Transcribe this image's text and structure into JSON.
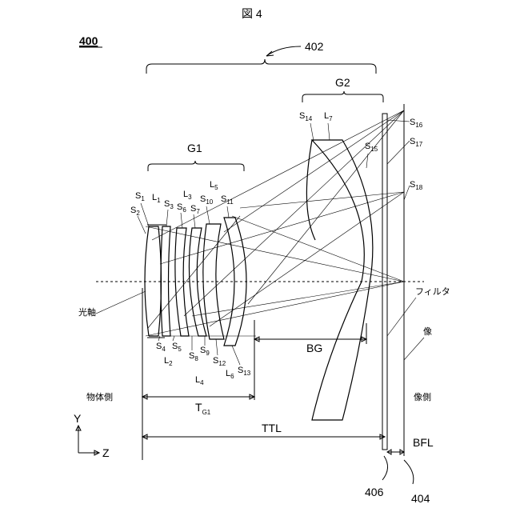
{
  "figure": {
    "title": "図 4",
    "ref_number": "400",
    "ref_402": "402",
    "ref_404": "404",
    "ref_406": "406"
  },
  "groups": {
    "g1": "G1",
    "g2": "G2"
  },
  "surfaces": [
    {
      "key": "s1",
      "base": "S",
      "sub": "1"
    },
    {
      "key": "s2",
      "base": "S",
      "sub": "2"
    },
    {
      "key": "s3",
      "base": "S",
      "sub": "3"
    },
    {
      "key": "s4",
      "base": "S",
      "sub": "4"
    },
    {
      "key": "s5",
      "base": "S",
      "sub": "5"
    },
    {
      "key": "s6",
      "base": "S",
      "sub": "6"
    },
    {
      "key": "s7",
      "base": "S",
      "sub": "7"
    },
    {
      "key": "s8",
      "base": "S",
      "sub": "8"
    },
    {
      "key": "s9",
      "base": "S",
      "sub": "9"
    },
    {
      "key": "s10",
      "base": "S",
      "sub": "10"
    },
    {
      "key": "s11",
      "base": "S",
      "sub": "11"
    },
    {
      "key": "s12",
      "base": "S",
      "sub": "12"
    },
    {
      "key": "s13",
      "base": "S",
      "sub": "13"
    },
    {
      "key": "s14",
      "base": "S",
      "sub": "14"
    },
    {
      "key": "s15",
      "base": "S",
      "sub": "15"
    },
    {
      "key": "s16",
      "base": "S",
      "sub": "16"
    },
    {
      "key": "s17",
      "base": "S",
      "sub": "17"
    },
    {
      "key": "s18",
      "base": "S",
      "sub": "18"
    }
  ],
  "lenses": [
    {
      "key": "l1",
      "base": "L",
      "sub": "1"
    },
    {
      "key": "l2",
      "base": "L",
      "sub": "2"
    },
    {
      "key": "l3",
      "base": "L",
      "sub": "3"
    },
    {
      "key": "l4",
      "base": "L",
      "sub": "4"
    },
    {
      "key": "l5",
      "base": "L",
      "sub": "5"
    },
    {
      "key": "l6",
      "base": "L",
      "sub": "6"
    },
    {
      "key": "l7",
      "base": "L",
      "sub": "7"
    }
  ],
  "dimensions": {
    "bg": "BG",
    "tg1_base": "T",
    "tg1_sub": "G1",
    "ttl": "TTL",
    "bfl": "BFL"
  },
  "text_labels": {
    "optical_axis": "光軸",
    "object_side": "物体側",
    "image_side": "像側",
    "filter": "フィルタ",
    "image": "像"
  },
  "axes": {
    "y": "Y",
    "z": "Z"
  }
}
